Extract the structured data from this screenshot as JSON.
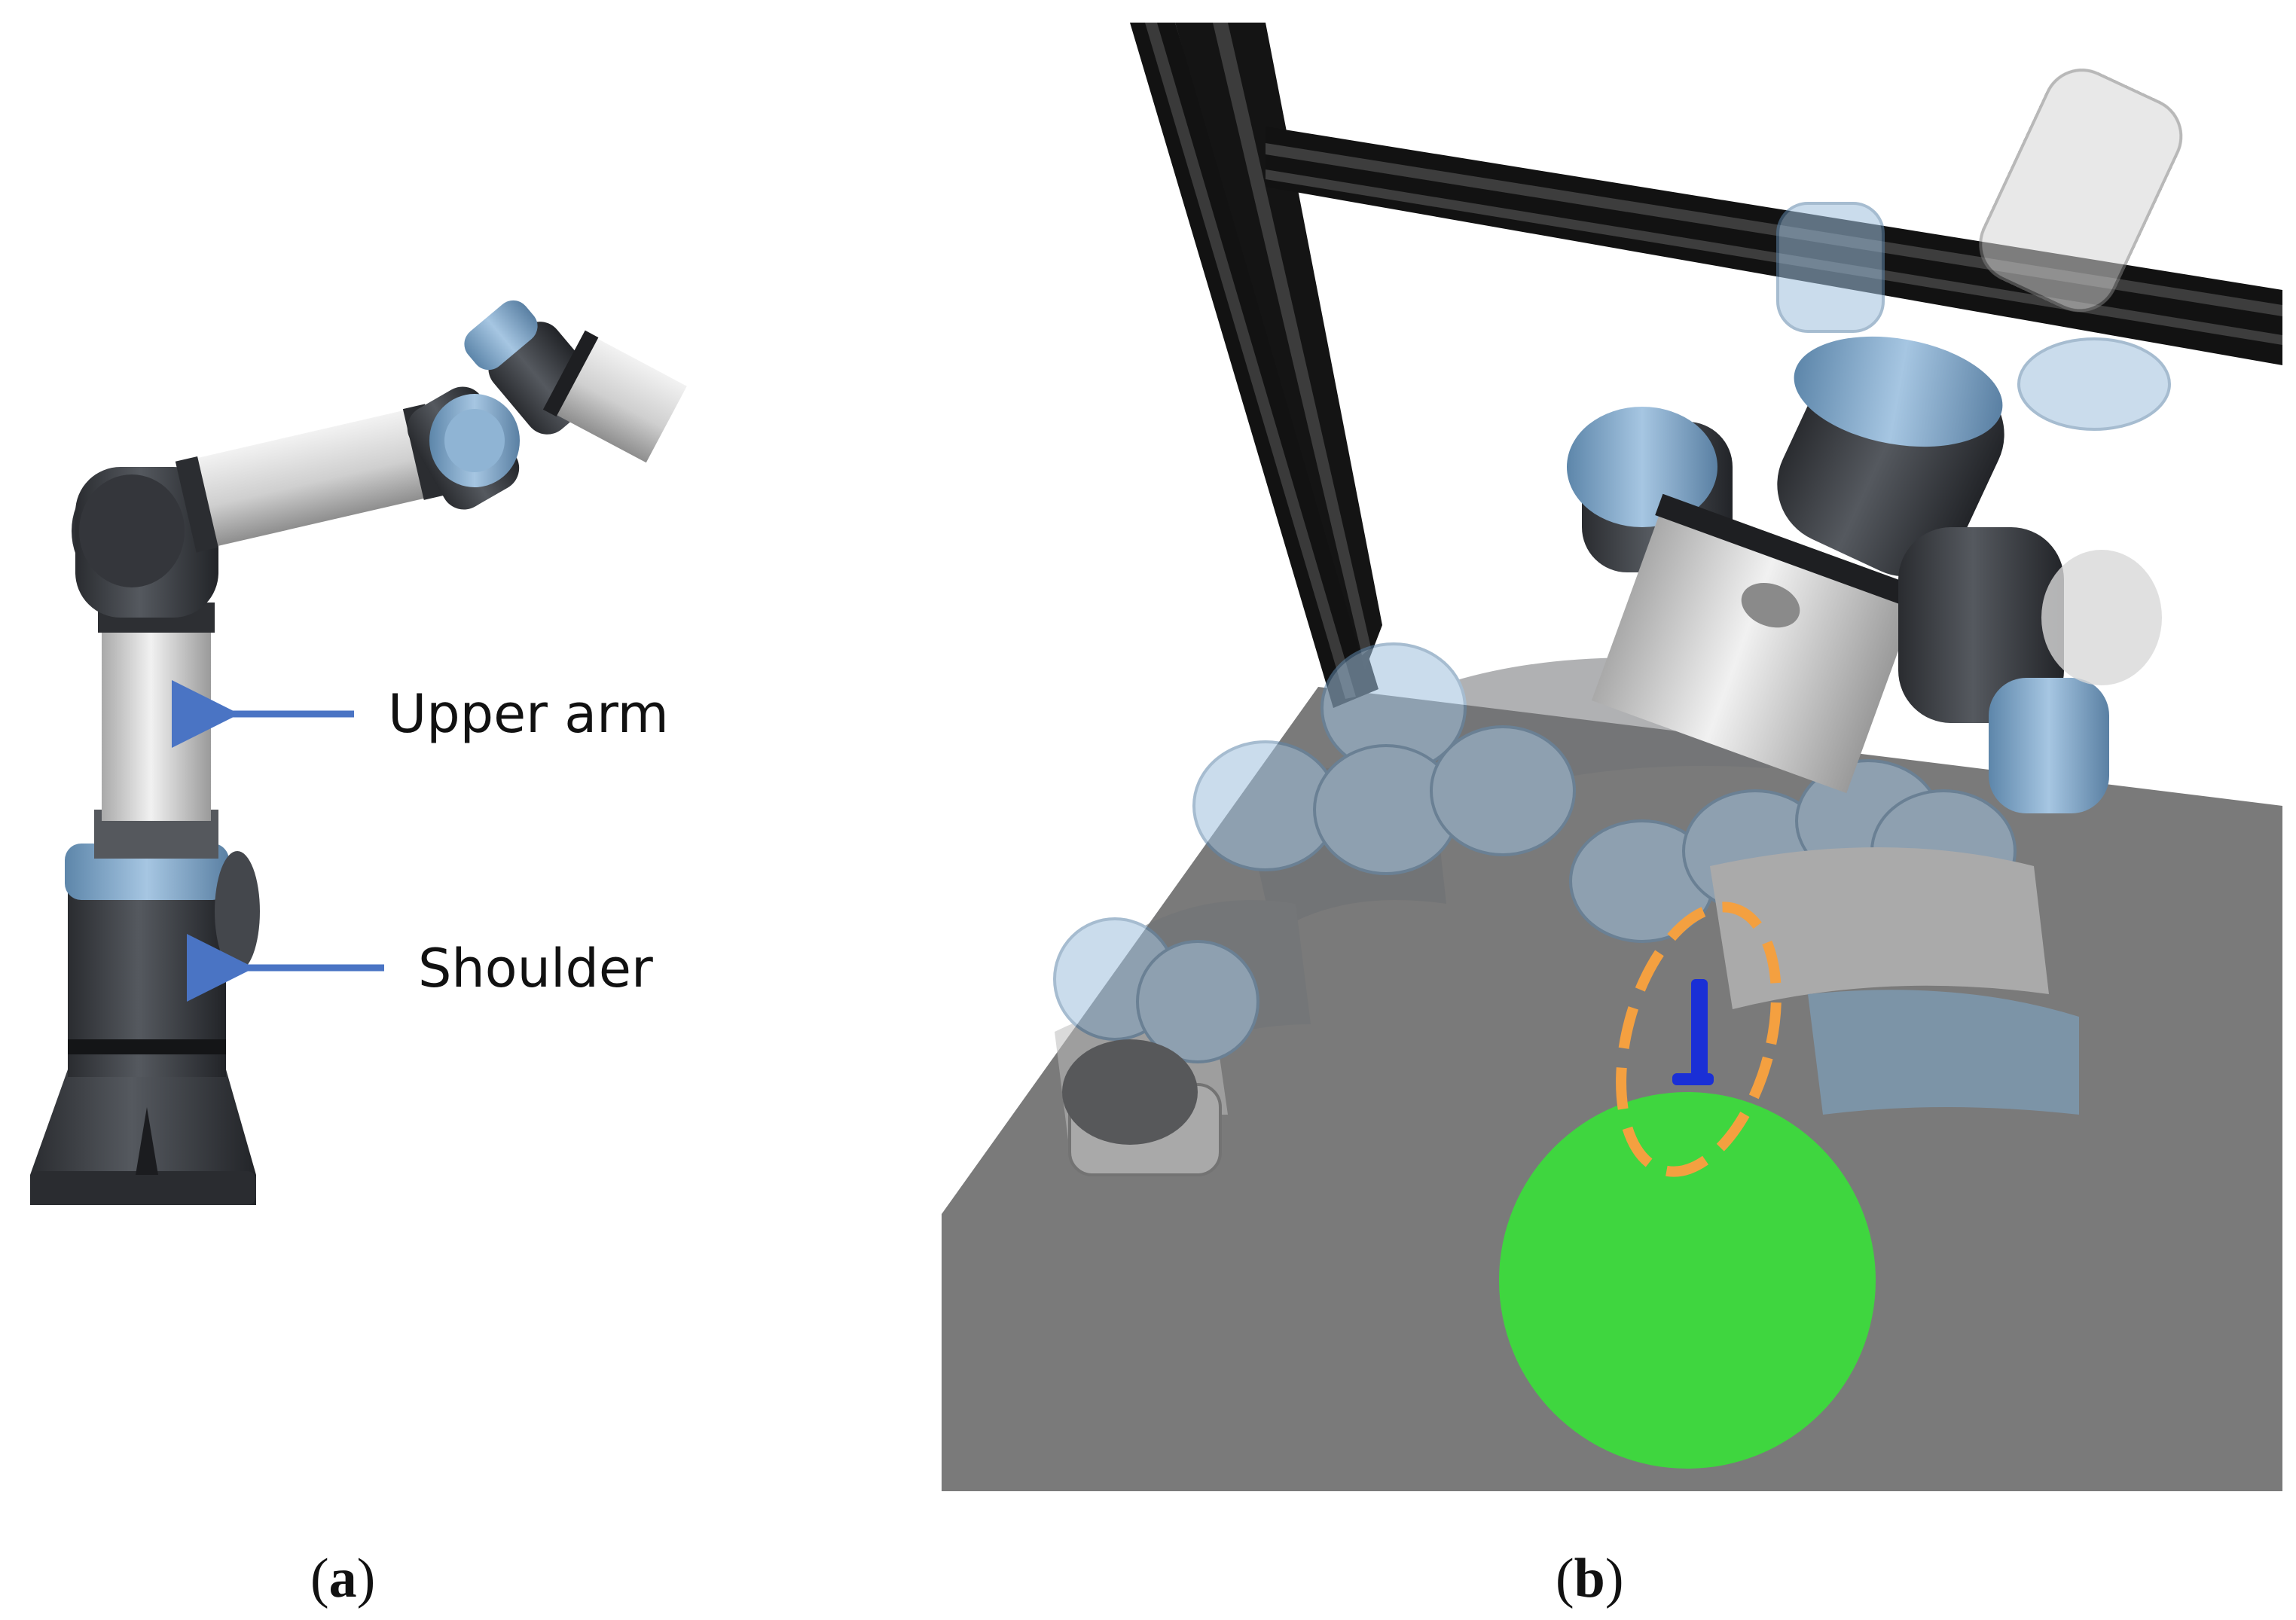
{
  "panel_a": {
    "labels": {
      "upper_arm": "Upper arm",
      "shoulder": "Shoulder"
    },
    "caption": {
      "open": "(",
      "letter": "a",
      "close": ")"
    }
  },
  "panel_b": {
    "caption": {
      "open": "(",
      "letter": "b",
      "close": ")"
    }
  },
  "colors": {
    "joint_blue": "#7fa9cc",
    "arm_dark": "#3a3d42",
    "arm_light": "#d8d8d8",
    "table": "#7a7a7a",
    "target_sphere": "#3fd63f",
    "highlight_ellipse": "#f4a040",
    "arrow_blue": "#4a74c4",
    "contact_marker": "#1a2fd6",
    "frame_black": "#111111"
  }
}
